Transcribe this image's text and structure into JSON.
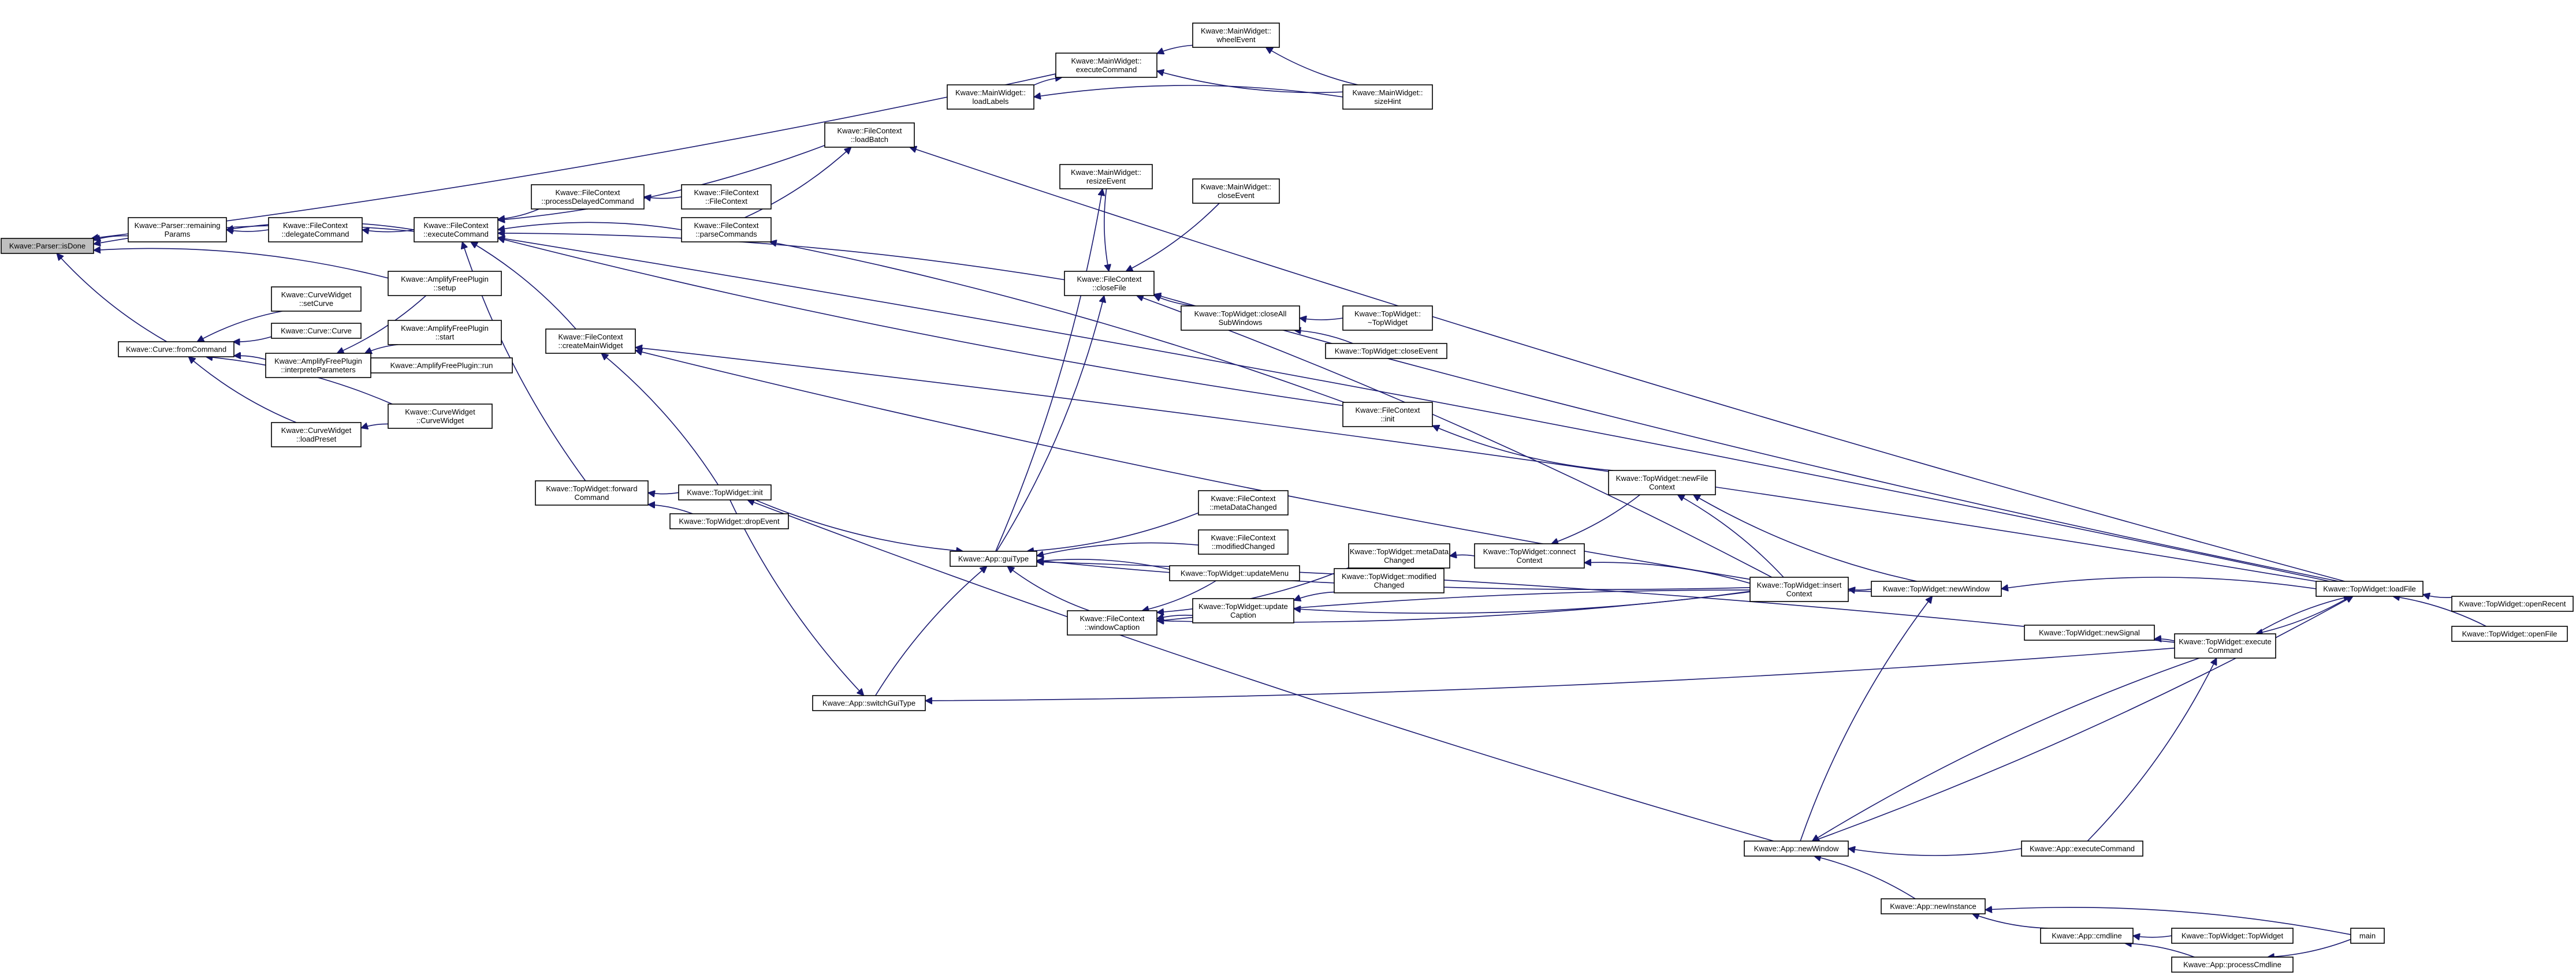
{
  "graph": {
    "edge_color": "#191970",
    "root_fill": "#bfbfbf",
    "nodes": [
      {
        "id": "parser_isdone",
        "lines": [
          "Kwave::Parser::isDone"
        ],
        "root": true
      },
      {
        "id": "parser_remaining",
        "lines": [
          "Kwave::Parser::remaining",
          "Params"
        ]
      },
      {
        "id": "curve_fromcommand",
        "lines": [
          "Kwave::Curve::fromCommand"
        ]
      },
      {
        "id": "fc_delegate",
        "lines": [
          "Kwave::FileContext",
          "::delegateCommand"
        ]
      },
      {
        "id": "fc_execute",
        "lines": [
          "Kwave::FileContext",
          "::executeCommand"
        ]
      },
      {
        "id": "cw_setcurve",
        "lines": [
          "Kwave::CurveWidget",
          "::setCurve"
        ]
      },
      {
        "id": "curve_curve",
        "lines": [
          "Kwave::Curve::Curve"
        ]
      },
      {
        "id": "afp_interprete",
        "lines": [
          "Kwave::AmplifyFreePlugin",
          "::interpreteParameters"
        ]
      },
      {
        "id": "cw_loadpreset",
        "lines": [
          "Kwave::CurveWidget",
          "::loadPreset"
        ]
      },
      {
        "id": "afp_setup",
        "lines": [
          "Kwave::AmplifyFreePlugin",
          "::setup"
        ]
      },
      {
        "id": "afp_start",
        "lines": [
          "Kwave::AmplifyFreePlugin",
          "::start"
        ]
      },
      {
        "id": "afp_run",
        "lines": [
          "Kwave::AmplifyFreePlugin::run"
        ]
      },
      {
        "id": "cw_ctor",
        "lines": [
          "Kwave::CurveWidget",
          "::CurveWidget"
        ]
      },
      {
        "id": "fc_processdelayed",
        "lines": [
          "Kwave::FileContext",
          "::processDelayedCommand"
        ]
      },
      {
        "id": "fc_ctor",
        "lines": [
          "Kwave::FileContext",
          "::FileContext"
        ]
      },
      {
        "id": "fc_parsecommands",
        "lines": [
          "Kwave::FileContext",
          "::parseCommands"
        ]
      },
      {
        "id": "fc_loadbatch",
        "lines": [
          "Kwave::FileContext",
          "::loadBatch"
        ]
      },
      {
        "id": "fc_createmain",
        "lines": [
          "Kwave::FileContext",
          "::createMainWidget"
        ]
      },
      {
        "id": "tw_forward",
        "lines": [
          "Kwave::TopWidget::forward",
          "Command"
        ]
      },
      {
        "id": "tw_init",
        "lines": [
          "Kwave::TopWidget::init"
        ]
      },
      {
        "id": "tw_dropevent",
        "lines": [
          "Kwave::TopWidget::dropEvent"
        ]
      },
      {
        "id": "mw_loadlabels",
        "lines": [
          "Kwave::MainWidget::",
          "loadLabels"
        ]
      },
      {
        "id": "mw_execute",
        "lines": [
          "Kwave::MainWidget::",
          "executeCommand"
        ]
      },
      {
        "id": "mw_wheel",
        "lines": [
          "Kwave::MainWidget::",
          "wheelEvent"
        ]
      },
      {
        "id": "mw_sizehint",
        "lines": [
          "Kwave::MainWidget::",
          "sizeHint"
        ]
      },
      {
        "id": "mw_resize",
        "lines": [
          "Kwave::MainWidget::",
          "resizeEvent"
        ]
      },
      {
        "id": "mw_closeevent",
        "lines": [
          "Kwave::MainWidget::",
          "closeEvent"
        ]
      },
      {
        "id": "fc_closefile",
        "lines": [
          "Kwave::FileContext",
          "::closeFile"
        ]
      },
      {
        "id": "tw_closeall",
        "lines": [
          "Kwave::TopWidget::closeAll",
          "SubWindows"
        ]
      },
      {
        "id": "tw_dtor",
        "lines": [
          "Kwave::TopWidget::",
          "~TopWidget"
        ]
      },
      {
        "id": "tw_closeevent",
        "lines": [
          "Kwave::TopWidget::closeEvent"
        ]
      },
      {
        "id": "fc_init",
        "lines": [
          "Kwave::FileContext",
          "::init"
        ]
      },
      {
        "id": "app_guitype",
        "lines": [
          "Kwave::App::guiType"
        ]
      },
      {
        "id": "fc_metadatachanged",
        "lines": [
          "Kwave::FileContext",
          "::metaDataChanged"
        ]
      },
      {
        "id": "fc_modifiedchanged",
        "lines": [
          "Kwave::FileContext",
          "::modifiedChanged"
        ]
      },
      {
        "id": "fc_windowcaption",
        "lines": [
          "Kwave::FileContext",
          "::windowCaption"
        ]
      },
      {
        "id": "tw_updatemenu",
        "lines": [
          "Kwave::TopWidget::updateMenu"
        ]
      },
      {
        "id": "tw_updatecaption",
        "lines": [
          "Kwave::TopWidget::update",
          "Caption"
        ]
      },
      {
        "id": "tw_metadata",
        "lines": [
          "Kwave::TopWidget::metaData",
          "Changed"
        ]
      },
      {
        "id": "tw_modified",
        "lines": [
          "Kwave::TopWidget::modified",
          "Changed"
        ]
      },
      {
        "id": "tw_connect",
        "lines": [
          "Kwave::TopWidget::connect",
          "Context"
        ]
      },
      {
        "id": "tw_newfile",
        "lines": [
          "Kwave::TopWidget::newFile",
          "Context"
        ]
      },
      {
        "id": "tw_insert",
        "lines": [
          "Kwave::TopWidget::insert",
          "Context"
        ]
      },
      {
        "id": "tw_newwindow",
        "lines": [
          "Kwave::TopWidget::newWindow"
        ]
      },
      {
        "id": "tw_newsignal",
        "lines": [
          "Kwave::TopWidget::newSignal"
        ]
      },
      {
        "id": "tw_executecmd",
        "lines": [
          "Kwave::TopWidget::execute",
          "Command"
        ]
      },
      {
        "id": "tw_loadfile",
        "lines": [
          "Kwave::TopWidget::loadFile"
        ]
      },
      {
        "id": "tw_openrecent",
        "lines": [
          "Kwave::TopWidget::openRecent"
        ]
      },
      {
        "id": "tw_openfile",
        "lines": [
          "Kwave::TopWidget::openFile"
        ]
      },
      {
        "id": "app_switchgui",
        "lines": [
          "Kwave::App::switchGuiType"
        ]
      },
      {
        "id": "app_newwindow",
        "lines": [
          "Kwave::App::newWindow"
        ]
      },
      {
        "id": "app_executecmd",
        "lines": [
          "Kwave::App::executeCommand"
        ]
      },
      {
        "id": "app_newinstance",
        "lines": [
          "Kwave::App::newInstance"
        ]
      },
      {
        "id": "app_cmdline",
        "lines": [
          "Kwave::App::cmdline"
        ]
      },
      {
        "id": "tw_ctor",
        "lines": [
          "Kwave::TopWidget::TopWidget"
        ]
      },
      {
        "id": "app_processcmdline",
        "lines": [
          "Kwave::App::processCmdline"
        ]
      },
      {
        "id": "main",
        "lines": [
          "main"
        ]
      }
    ],
    "edges": [
      [
        "parser_remaining",
        "parser_isdone"
      ],
      [
        "curve_fromcommand",
        "parser_isdone"
      ],
      [
        "fc_execute",
        "parser_isdone"
      ],
      [
        "mw_execute",
        "parser_isdone"
      ],
      [
        "afp_setup",
        "parser_isdone"
      ],
      [
        "fc_delegate",
        "parser_remaining"
      ],
      [
        "fc_execute",
        "parser_remaining"
      ],
      [
        "fc_execute",
        "fc_delegate"
      ],
      [
        "cw_setcurve",
        "curve_fromcommand"
      ],
      [
        "curve_curve",
        "curve_fromcommand"
      ],
      [
        "afp_interprete",
        "curve_fromcommand"
      ],
      [
        "cw_loadpreset",
        "curve_fromcommand"
      ],
      [
        "cw_ctor",
        "curve_fromcommand"
      ],
      [
        "afp_setup",
        "afp_interprete"
      ],
      [
        "afp_start",
        "afp_interprete"
      ],
      [
        "afp_run",
        "afp_interprete"
      ],
      [
        "cw_ctor",
        "cw_loadpreset"
      ],
      [
        "fc_processdelayed",
        "fc_execute"
      ],
      [
        "fc_parsecommands",
        "fc_execute"
      ],
      [
        "fc_loadbatch",
        "fc_execute"
      ],
      [
        "fc_closefile",
        "fc_execute"
      ],
      [
        "fc_init",
        "fc_execute"
      ],
      [
        "fc_createmain",
        "fc_execute"
      ],
      [
        "tw_forward",
        "fc_execute"
      ],
      [
        "tw_loadfile",
        "fc_execute"
      ],
      [
        "fc_ctor",
        "fc_processdelayed"
      ],
      [
        "fc_parsecommands",
        "fc_loadbatch"
      ],
      [
        "tw_loadfile",
        "fc_loadbatch"
      ],
      [
        "fc_init",
        "fc_parsecommands"
      ],
      [
        "mw_loadlabels",
        "mw_execute"
      ],
      [
        "mw_wheel",
        "mw_execute"
      ],
      [
        "mw_sizehint",
        "mw_execute"
      ],
      [
        "mw_sizehint",
        "mw_loadlabels"
      ],
      [
        "mw_sizehint",
        "mw_wheel"
      ],
      [
        "tw_init",
        "fc_createmain"
      ],
      [
        "tw_insert",
        "fc_createmain"
      ],
      [
        "tw_loadfile",
        "fc_createmain"
      ],
      [
        "tw_init",
        "tw_forward"
      ],
      [
        "tw_dropevent",
        "tw_forward"
      ],
      [
        "mw_closeevent",
        "fc_closefile"
      ],
      [
        "mw_resize",
        "fc_closefile"
      ],
      [
        "tw_closeall",
        "fc_closefile"
      ],
      [
        "tw_insert",
        "fc_closefile"
      ],
      [
        "tw_loadfile",
        "fc_closefile"
      ],
      [
        "app_guitype",
        "fc_closefile"
      ],
      [
        "tw_dtor",
        "tw_closeall"
      ],
      [
        "tw_closeevent",
        "tw_closeall"
      ],
      [
        "tw_newfile",
        "fc_init"
      ],
      [
        "tw_init",
        "app_guitype"
      ],
      [
        "fc_metadatachanged",
        "app_guitype"
      ],
      [
        "fc_modifiedchanged",
        "app_guitype"
      ],
      [
        "fc_windowcaption",
        "app_guitype"
      ],
      [
        "tw_updatemenu",
        "app_guitype"
      ],
      [
        "tw_insert",
        "app_guitype"
      ],
      [
        "tw_executecmd",
        "app_guitype"
      ],
      [
        "app_switchgui",
        "app_guitype"
      ],
      [
        "app_guitype",
        "mw_resize"
      ],
      [
        "tw_metadata",
        "fc_windowcaption"
      ],
      [
        "tw_updatecaption",
        "fc_windowcaption"
      ],
      [
        "tw_insert",
        "fc_windowcaption"
      ],
      [
        "tw_newwindow",
        "fc_windowcaption"
      ],
      [
        "tw_updatemenu",
        "fc_windowcaption"
      ],
      [
        "tw_modified",
        "tw_updatecaption"
      ],
      [
        "tw_insert",
        "tw_updatecaption"
      ],
      [
        "tw_connect",
        "tw_metadata"
      ],
      [
        "tw_newfile",
        "tw_connect"
      ],
      [
        "tw_insert",
        "tw_connect"
      ],
      [
        "tw_newwindow",
        "tw_newfile"
      ],
      [
        "tw_insert",
        "tw_newfile"
      ],
      [
        "tw_newwindow",
        "tw_insert"
      ],
      [
        "tw_loadfile",
        "tw_newwindow"
      ],
      [
        "app_newwindow",
        "tw_newwindow"
      ],
      [
        "tw_executecmd",
        "tw_newsignal"
      ],
      [
        "tw_openrecent",
        "tw_loadfile"
      ],
      [
        "tw_openfile",
        "tw_loadfile"
      ],
      [
        "tw_executecmd",
        "tw_loadfile"
      ],
      [
        "app_newwindow",
        "tw_loadfile"
      ],
      [
        "tw_loadfile",
        "tw_executecmd"
      ],
      [
        "app_executecmd",
        "tw_executecmd"
      ],
      [
        "app_newwindow",
        "tw_init"
      ],
      [
        "tw_init",
        "app_switchgui"
      ],
      [
        "tw_executecmd",
        "app_switchgui"
      ],
      [
        "tw_executecmd",
        "app_newwindow"
      ],
      [
        "app_executecmd",
        "app_newwindow"
      ],
      [
        "app_newinstance",
        "app_newwindow"
      ],
      [
        "app_cmdline",
        "app_newinstance"
      ],
      [
        "main",
        "app_newinstance"
      ],
      [
        "tw_ctor",
        "app_cmdline"
      ],
      [
        "app_processcmdline",
        "app_cmdline"
      ],
      [
        "main",
        "app_processcmdline"
      ]
    ]
  }
}
